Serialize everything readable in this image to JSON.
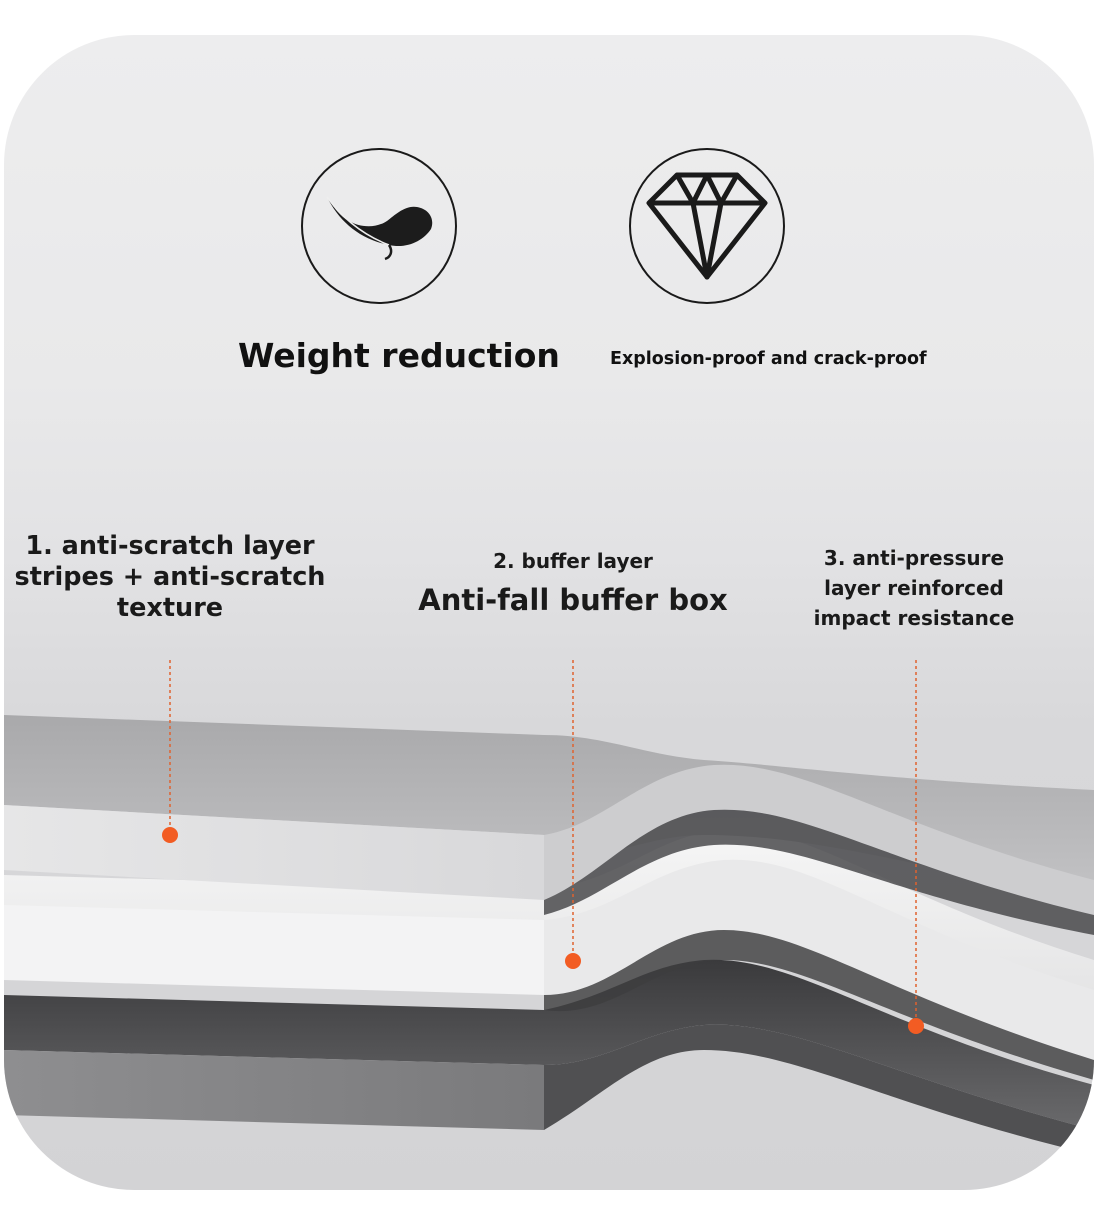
{
  "features": [
    {
      "icon": "feather-icon",
      "title": "Weight reduction"
    },
    {
      "icon": "diamond-icon",
      "title": "Explosion-proof and crack-proof"
    }
  ],
  "layers": [
    {
      "lines": [
        "1. anti-scratch layer",
        "stripes + anti-scratch",
        "texture"
      ]
    },
    {
      "heading": "2. buffer layer",
      "subheading": "Anti-fall buffer box"
    },
    {
      "lines": [
        "3. anti-pressure",
        "layer reinforced",
        "impact resistance"
      ]
    }
  ],
  "colors": {
    "marker": "#f25c23",
    "background": "#e6e6e7",
    "text": "#111111"
  }
}
